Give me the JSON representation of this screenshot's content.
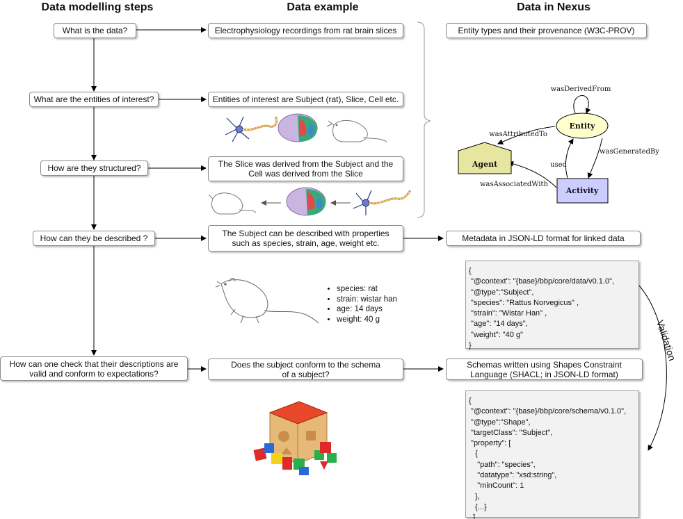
{
  "headers": {
    "steps": "Data modelling steps",
    "example": "Data example",
    "nexus": "Data in Nexus"
  },
  "steps": [
    "What is the data?",
    "What are the entities of interest?",
    "How are they structured?",
    "How can they be described ?",
    "How can one check that their descriptions are valid and conform to expectations?"
  ],
  "examples": [
    "Electrophysiology recordings from rat brain slices",
    "Entities of interest are Subject (rat), Slice, Cell etc.",
    "The Slice was derived from the Subject and the Cell was derived from the Slice",
    "The Subject can be described with properties such as species, strain, age, weight etc.",
    "Does the subject conform to the schema of a subject?"
  ],
  "nexus": {
    "provenance": "Entity types and their provenance (W3C-PROV)",
    "metadata": "Metadata in JSON-LD format for linked data",
    "schemas": "Schemas written using Shapes Constraint Language (SHACL; in JSON-LD format)"
  },
  "prov_diagram": {
    "nodes": {
      "entity": "Entity",
      "agent": "Agent",
      "activity": "Activity"
    },
    "edges": {
      "derived": "wasDerivedFrom",
      "attributed": "wasAttributedTo",
      "generated": "wasGeneratedBy",
      "used": "used",
      "associated": "wasAssociatedWith"
    },
    "colors": {
      "entity": "#ffffcc",
      "agent": "#e6e6a0",
      "activity": "#ccccff"
    }
  },
  "subject_properties": [
    "species: rat",
    "strain: wistar han",
    "age: 14 days",
    "weight: 40 g"
  ],
  "code_data": "{\n \"@context\": \"{base}/bbp/core/data/v0.1.0\",\n \"@type\":\"Subject\",\n \"species\": \"Rattus Norvegicus\" ,\n \"strain\": \"Wistar Han\" ,\n \"age\": \"14 days\",\n \"weight\": \"40 g\"\n}",
  "code_schema": "{\n \"@context\": \"{base}/bbp/core/schema/v0.1.0\",\n \"@type\":\"Shape\",\n \"targetClass\": \"Subject\",\n \"property\": [\n   {\n    \"path\": \"species\",\n    \"datatype\": \"xsd:string\",\n    \"minCount\": 1\n   },\n   {...}\n  ]\n}",
  "validation_label": "Validation"
}
